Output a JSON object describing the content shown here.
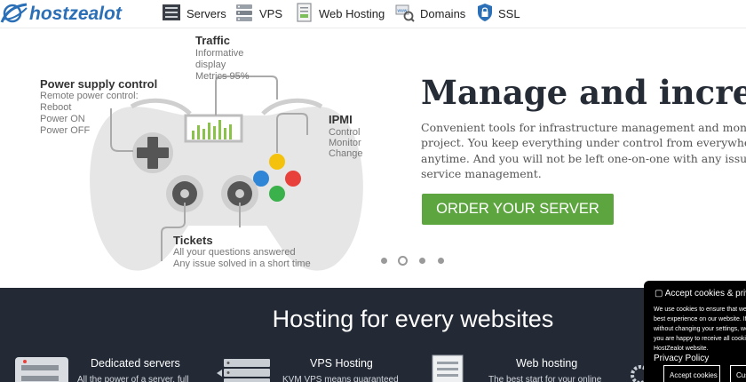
{
  "nav": {
    "logo_text": "hostzealot",
    "items": [
      {
        "label": "Servers",
        "icon": "server-icon"
      },
      {
        "label": "VPS",
        "icon": "vps-icon"
      },
      {
        "label": "Web Hosting",
        "icon": "web-hosting-icon"
      },
      {
        "label": "Domains",
        "icon": "domains-icon"
      },
      {
        "label": "SSL",
        "icon": "ssl-lock-icon"
      }
    ]
  },
  "hero": {
    "callouts": {
      "traffic": {
        "title": "Traffic",
        "lines": [
          "Informative",
          "display",
          "Metrics 95%"
        ]
      },
      "power": {
        "title": "Power supply control",
        "lines": [
          "Remote power control:",
          "Reboot",
          "Power ON",
          "Power OFF"
        ]
      },
      "ipmi": {
        "title": "IPMI",
        "lines": [
          "Control",
          "Monitor",
          "Change"
        ]
      },
      "tickets": {
        "title": "Tickets",
        "lines": [
          "All your questions answered",
          "Any issue solved in a short time"
        ]
      }
    },
    "title": "Manage and increase",
    "description_lines": [
      "Convenient tools for infrastructure management and monitoring",
      "project. You keep everything under control from everywhere in",
      "anytime. And you will not be left one-on-one with any issues on",
      "service management."
    ],
    "cta": "ORDER YOUR SERVER",
    "slides": {
      "count": 4,
      "active": 2
    }
  },
  "section": {
    "title": "Hosting for every websites",
    "features": [
      {
        "title": "Dedicated servers",
        "desc": "All the power of a server, full",
        "icon": "dedicated-server-icon"
      },
      {
        "title": "VPS Hosting",
        "desc": "KVM VPS means guaranteed",
        "icon": "vps-rack-icon"
      },
      {
        "title": "Web hosting",
        "desc": "The best start for your online",
        "icon": "web-hosting-document-icon"
      }
    ]
  },
  "cookie": {
    "title": "Accept cookies & privacy",
    "text_lines": [
      "We use cookies to ensure that we give you the",
      "best experience on our website. If you continue",
      "without changing your settings, we'll assume that",
      "you are happy to receive all cookies on the",
      "HostZealot website."
    ],
    "policy_link": "Privacy Policy",
    "accept_label": "Accept cookies",
    "customize_label": "Customize"
  },
  "colors": {
    "accent_green": "#5ca53f",
    "dark_section": "#232a36",
    "logo_blue": "#2b6fb6"
  }
}
